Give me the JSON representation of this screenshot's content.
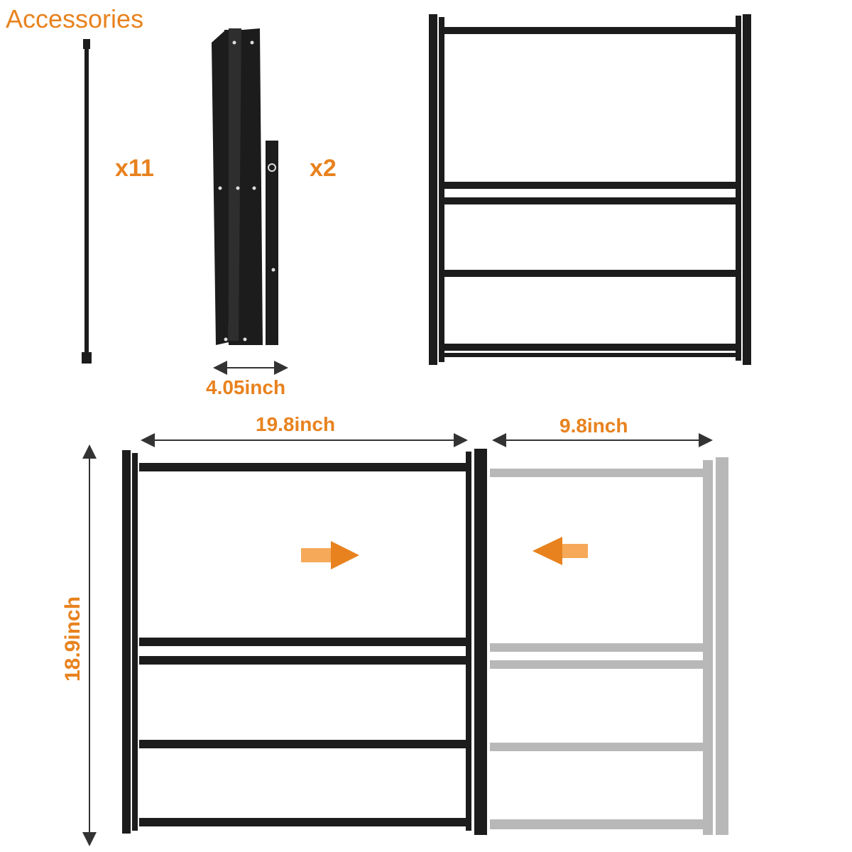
{
  "title": "Accessories",
  "rod_count": "x11",
  "frame_count": "x2",
  "dimensions": {
    "folded_width": "4.05inch",
    "total_width": "19.8inch",
    "extension_width": "9.8inch",
    "height": "18.9inch"
  },
  "colors": {
    "accent": "#e8821e",
    "frame": "#1c1c1c",
    "extension_ghost": "#b8b8b8"
  },
  "icons": [
    "arrow-right-icon",
    "arrow-left-icon"
  ]
}
